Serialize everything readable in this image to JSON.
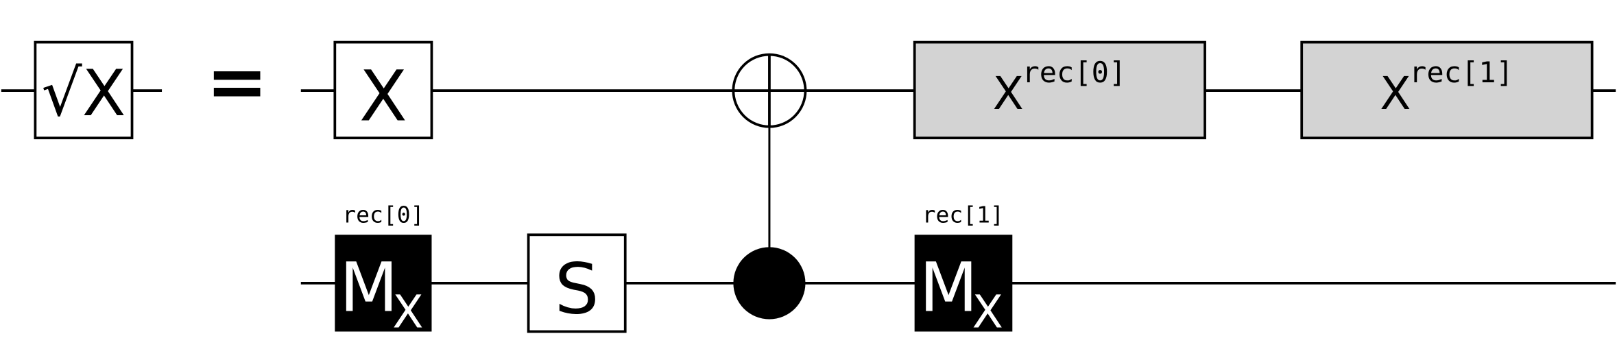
{
  "lhs": {
    "gate": "√X",
    "equals": "="
  },
  "rhs": {
    "x_gate": "X",
    "mx_gate_1": {
      "main": "M",
      "sub": "X",
      "label": "rec[0]"
    },
    "s_gate": "S",
    "mx_gate_2": {
      "main": "M",
      "sub": "X",
      "label": "rec[1]"
    },
    "feedback_1": {
      "main": "X",
      "sup": "rec[0]"
    },
    "feedback_2": {
      "main": "X",
      "sup": "rec[1]"
    }
  },
  "colors": {
    "wire": "#000000",
    "feedback_fill": "#d3d3d3",
    "measure_fill": "#000000"
  }
}
